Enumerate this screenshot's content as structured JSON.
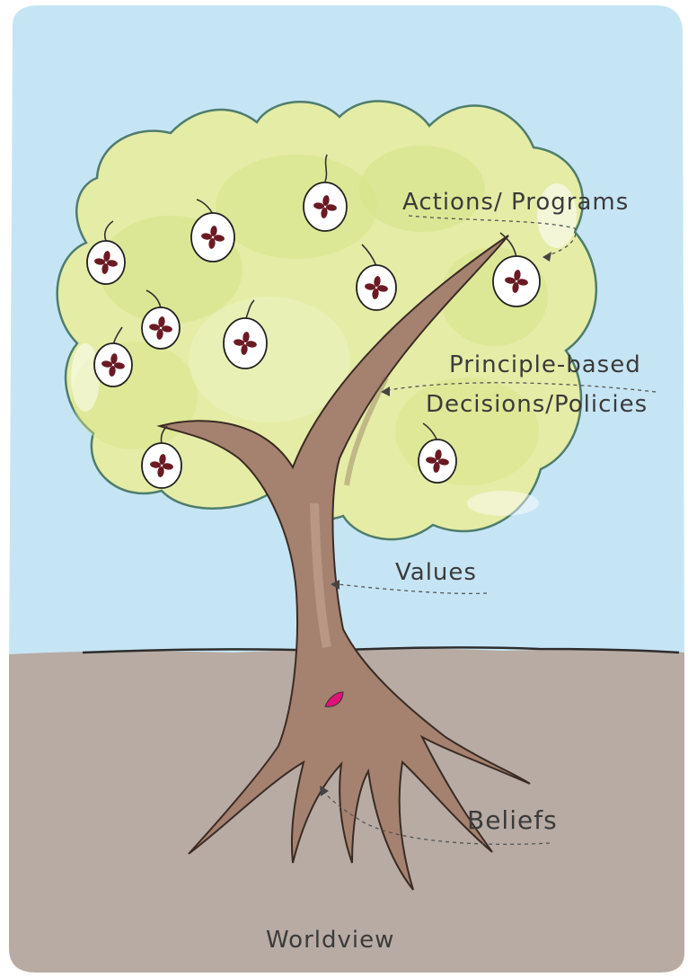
{
  "labels": {
    "actions": "Actions/ Programs",
    "principle_line1": "Principle-based",
    "principle_line2": "Decisions/Policies",
    "values": "Values",
    "beliefs": "Beliefs",
    "worldview": "Worldview"
  },
  "icons": {
    "fruit": "seed-fruit-icon",
    "heart": "heart-icon"
  },
  "colors": {
    "sky": "#c6e5f4",
    "ground": "#b7aba3",
    "foliage": "#e5eca6",
    "foliage_outline": "#4e7d6d",
    "trunk": "#a4826f",
    "seed": "#6b1a23",
    "heart": "#e0117a"
  }
}
